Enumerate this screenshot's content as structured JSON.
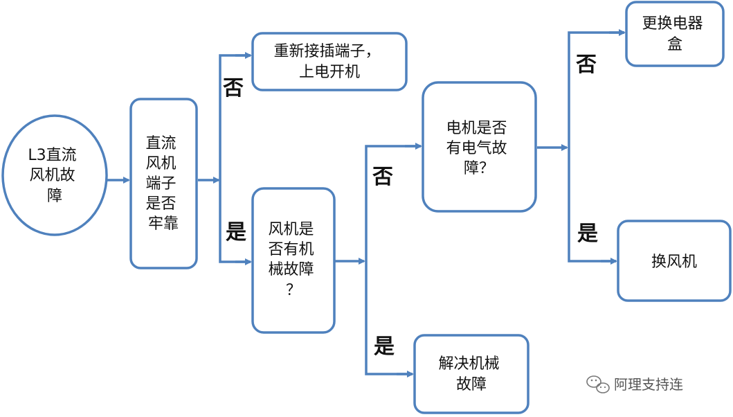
{
  "colors": {
    "stroke": "#4f81bd",
    "text": "#111111",
    "background": "#ffffff"
  },
  "nodes": {
    "start": [
      "L3直流",
      "风机故",
      "障"
    ],
    "check_terminal": [
      "直流",
      "风机",
      "端子",
      "是否",
      "牢靠"
    ],
    "reconnect": [
      "重新接插端子，",
      "上电开机"
    ],
    "mech_fault": [
      "风机是",
      "否有机",
      "械故障",
      "？"
    ],
    "resolve_mech": [
      "解决机械",
      "故障"
    ],
    "elec_fault": [
      "电机是否",
      "有电气故",
      "障？"
    ],
    "replace_box": [
      "更换电器",
      "盒"
    ],
    "replace_fan": [
      "换风机"
    ]
  },
  "labels": {
    "no": "否",
    "yes": "是"
  },
  "watermark": {
    "icon": "wechat-icon",
    "text": "阿理支持连"
  }
}
